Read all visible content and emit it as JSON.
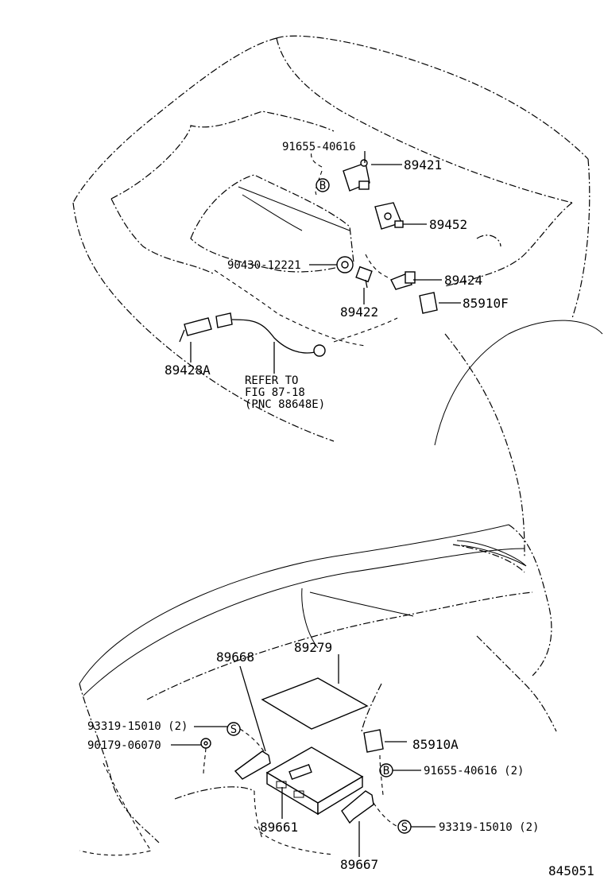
{
  "diagram": {
    "figure_number": "845051",
    "engine_labels": {
      "p91655_40616_top": "91655-40616",
      "p89421": "89421",
      "p89452": "89452",
      "p90430_12221": "90430-12221",
      "p89424": "89424",
      "p89422": "89422",
      "p85910F": "85910F",
      "p89428A": "89428A",
      "refer_line1": "REFER TO",
      "refer_line2": "FIG 87-18",
      "refer_line3": "(PNC 88648E)"
    },
    "dash_labels": {
      "p89668": "89668",
      "p89279": "89279",
      "p93319_15010_left": "93319-15010 (2)",
      "p90179_06070": "90179-06070",
      "p85910A": "85910A",
      "p91655_40616_right": "91655-40616 (2)",
      "p93319_15010_right": "93319-15010 (2)",
      "p89661": "89661",
      "p89667": "89667"
    },
    "symbols": {
      "bolt_symbol": "B",
      "screw_symbol": "S"
    }
  }
}
